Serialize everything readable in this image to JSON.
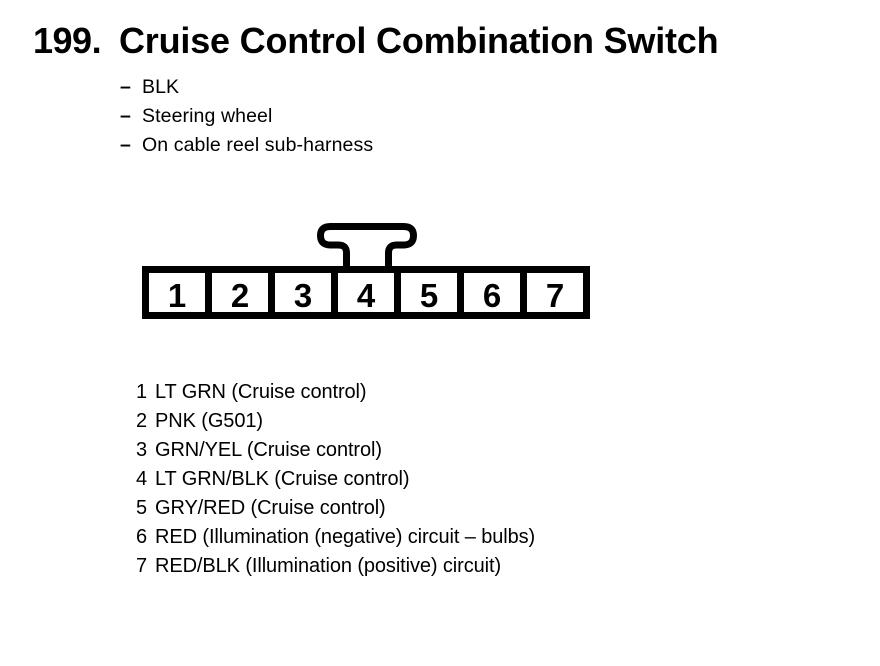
{
  "colors": {
    "ink": "#000000",
    "background": "#ffffff"
  },
  "figure": {
    "number": "199.",
    "title": "Cruise Control Combination Switch",
    "attributes": [
      {
        "bullet": "–",
        "label": "BLK"
      },
      {
        "bullet": "–",
        "label": "Steering wheel"
      },
      {
        "bullet": "–",
        "label": "On cable reel sub-harness"
      }
    ]
  },
  "connector": {
    "cavities": [
      "1",
      "2",
      "3",
      "4",
      "5",
      "6",
      "7"
    ]
  },
  "pinout": [
    {
      "pin": "1",
      "wire": "LT GRN (Cruise control)"
    },
    {
      "pin": "2",
      "wire": "PNK (G501)"
    },
    {
      "pin": "3",
      "wire": "GRN/YEL (Cruise control)"
    },
    {
      "pin": "4",
      "wire": "LT GRN/BLK (Cruise control)"
    },
    {
      "pin": "5",
      "wire": "GRY/RED (Cruise control)"
    },
    {
      "pin": "6",
      "wire": "RED (Illumination (negative) circuit – bulbs)"
    },
    {
      "pin": "7",
      "wire": "RED/BLK (Illumination (positive) circuit)"
    }
  ]
}
